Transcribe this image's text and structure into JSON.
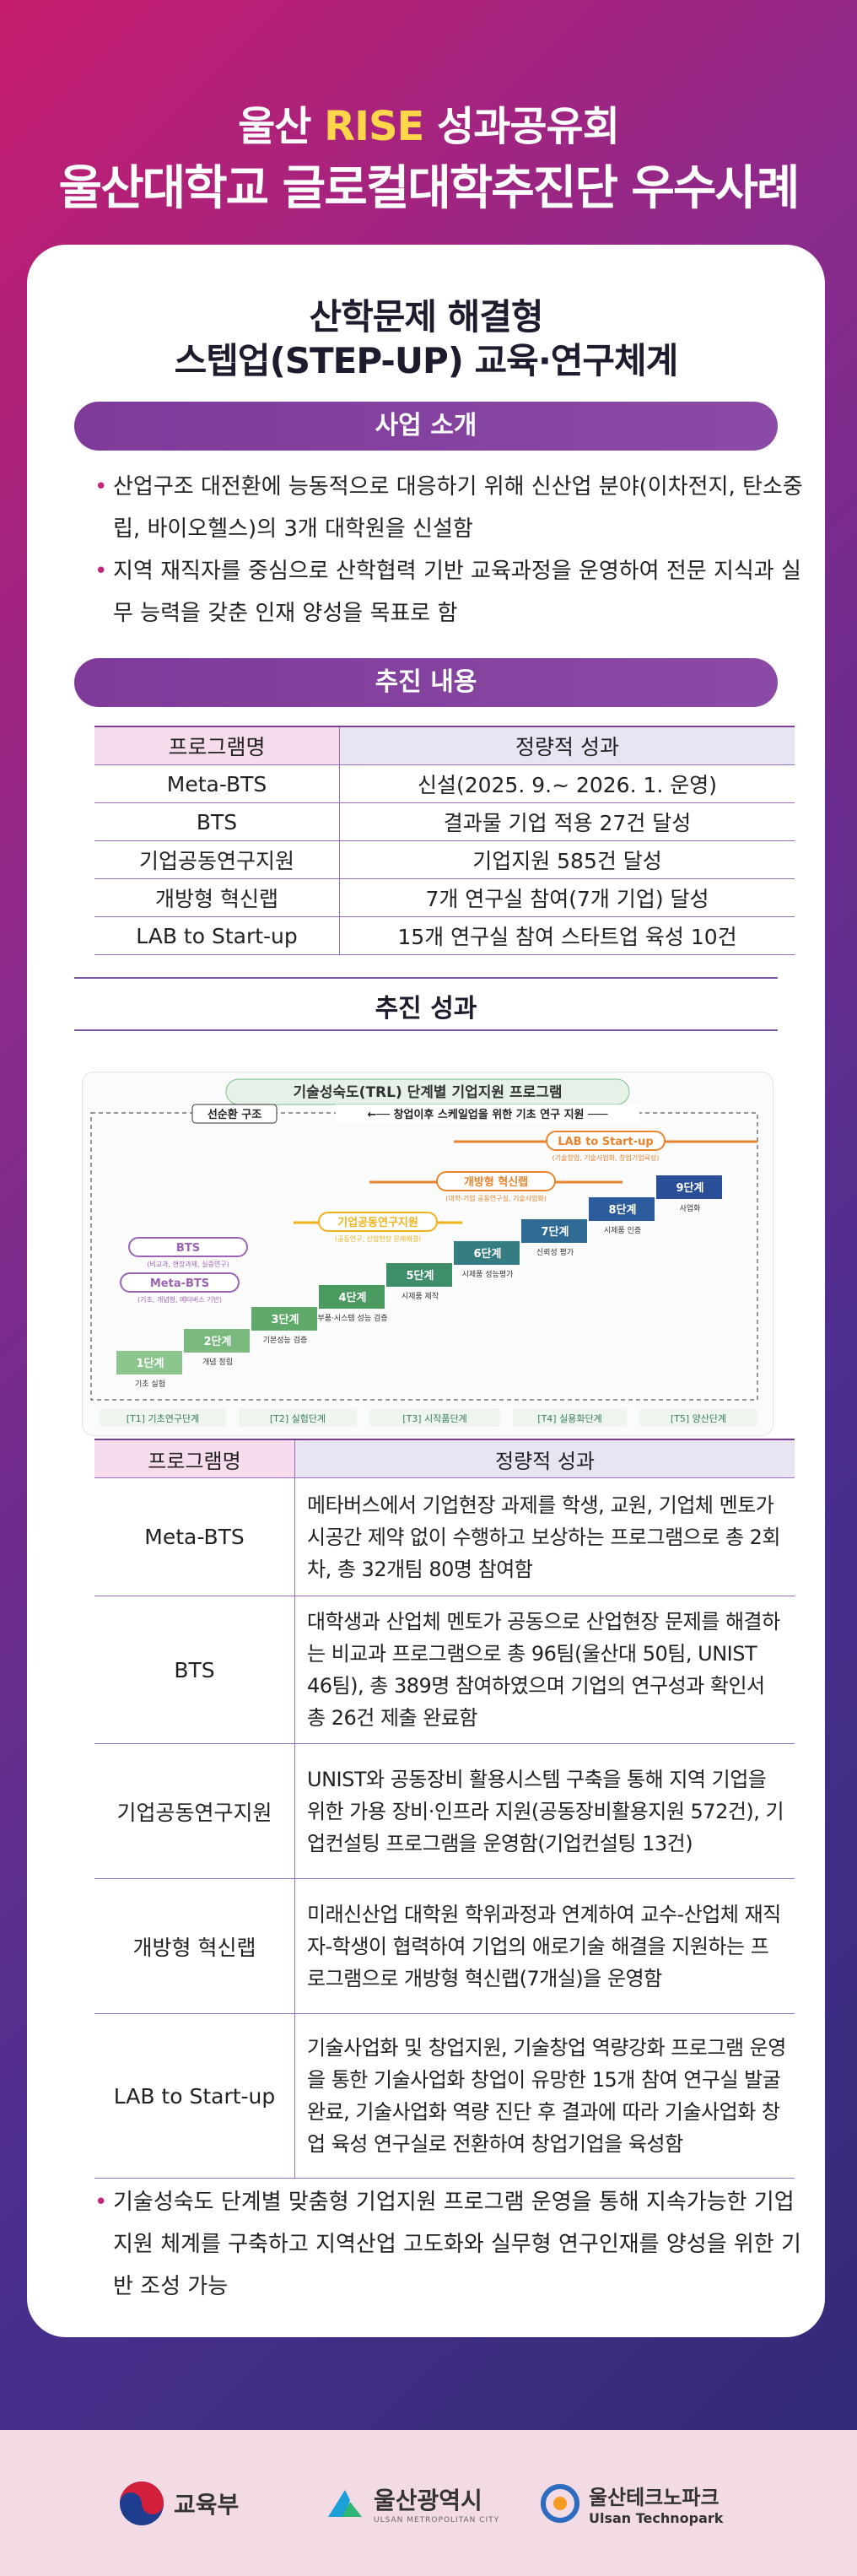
{
  "hero": {
    "line1_pre": "울산 ",
    "line1_highlight": "RISE",
    "line1_post": " 성과공유회",
    "line2": "울산대학교 글로컬대학추진단 우수사례"
  },
  "card": {
    "title_line1": "산학문제 해결형",
    "title_line2": "스텝업(STEP-UP) 교육·연구체계"
  },
  "intro": {
    "label": "사업 소개",
    "bullets": [
      "산업구조 대전환에 능동적으로 대응하기 위해 신산업 분야(이차전지, 탄소중립, 바이오헬스)의 3개 대학원을 신설함",
      "지역 재직자를 중심으로 산학협력 기반 교육과정을 운영하여 전문 지식과 실무 능력을 갖춘 인재 양성을 목표로 함"
    ]
  },
  "progress": {
    "label": "추진 내용",
    "headers": [
      "프로그램명",
      "정량적 성과"
    ],
    "rows": [
      [
        "Meta-BTS",
        "신설(2025. 9.~ 2026. 1. 운영)"
      ],
      [
        "BTS",
        "결과물 기업 적용 27건 달성"
      ],
      [
        "기업공동연구지원",
        "기업지원 585건 달성"
      ],
      [
        "개방형 혁신랩",
        "7개 연구실 참여(7개 기업) 달성"
      ],
      [
        "LAB to Start-up",
        "15개 연구실 참여 스타트업 육성 10건"
      ]
    ]
  },
  "results": {
    "label": "추진 성과",
    "diagram": {
      "title": "기술성숙도(TRL) 단계별 기업지원 프로그램",
      "cycle_label": "선순환 구조",
      "arrow_label": "창업이후 스케일업을 위한 기초 연구 지원",
      "programs": [
        {
          "name": "LAB to Start-up",
          "sub": "(기술창업, 기술사업화, 창업기업육성)",
          "color": "#e8832e"
        },
        {
          "name": "개방형 혁신랩",
          "sub": "(대학-기업 공동연구실, 기술사업화)",
          "color": "#e8832e"
        },
        {
          "name": "기업공동연구지원",
          "sub": "(공동연구, 산업현장 문제해결)",
          "color": "#f0b21a"
        },
        {
          "name": "BTS",
          "sub": "(비교과, 현장과제, 실증연구)",
          "color": "#9a63b5"
        },
        {
          "name": "Meta-BTS",
          "sub": "(기초, 개념형, 메타버스 기반)",
          "color": "#9a63b5"
        }
      ],
      "steps": [
        {
          "label": "1단계",
          "desc": "기초 실험"
        },
        {
          "label": "2단계",
          "desc": "개념 정립"
        },
        {
          "label": "3단계",
          "desc": "기본성능 검증"
        },
        {
          "label": "4단계",
          "desc": "부품·시스템 성능 검증"
        },
        {
          "label": "5단계",
          "desc": "시제품 제작"
        },
        {
          "label": "6단계",
          "desc": "시제품 성능평가"
        },
        {
          "label": "7단계",
          "desc": "신뢰성 평가"
        },
        {
          "label": "8단계",
          "desc": "시제품 인증"
        },
        {
          "label": "9단계",
          "desc": "사업화"
        }
      ],
      "stages": [
        "[T1] 기초연구단계",
        "[T2] 실험단계",
        "[T3] 시작품단계",
        "[T4] 실용화단계",
        "[T5] 양산단계"
      ]
    },
    "headers": [
      "프로그램명",
      "정량적 성과"
    ],
    "rows": [
      [
        "Meta-BTS",
        "메타버스에서 기업현장 과제를 학생, 교원, 기업체 멘토가 시공간 제약 없이 수행하고 보상하는 프로그램으로 총 2회차, 총 32개팀 80명 참여함"
      ],
      [
        "BTS",
        "대학생과 산업체 멘토가 공동으로 산업현장 문제를 해결하는 비교과 프로그램으로 총 96팀(울산대 50팀, UNIST 46팀), 총 389명 참여하였으며 기업의 연구성과 확인서 총 26건 제출 완료함"
      ],
      [
        "기업공동연구지원",
        "UNIST와 공동장비 활용시스템 구축을 통해 지역 기업을 위한 가용 장비·인프라 지원(공동장비활용지원 572건), 기업컨설팅 프로그램을 운영함(기업컨설팅 13건)"
      ],
      [
        "개방형 혁신랩",
        "미래신산업 대학원 학위과정과 연계하여 교수-산업체 재직자-학생이 협력하여 기업의 애로기술 해결을 지원하는 프로그램으로 개방형 혁신랩(7개실)을 운영함"
      ],
      [
        "LAB to Start-up",
        "기술사업화 및 창업지원, 기술창업 역량강화 프로그램 운영을 통한 기술사업화 창업이 유망한 15개 참여 연구실 발굴완료, 기술사업화 역량 진단 후 결과에 따라 기술사업화 창업 육성 연구실로 전환하여 창업기업을 육성함"
      ]
    ],
    "summary": "기술성숙도 단계별 맞춤형 기업지원 프로그램 운영을 통해 지속가능한 기업 지원 체계를 구축하고 지역산업 고도화와 실무형 연구인재를 양성을 위한 기반 조성 가능"
  },
  "footer": {
    "logos": [
      {
        "name": "교육부",
        "sub": ""
      },
      {
        "name": "울산광역시",
        "sub": "ULSAN METROPOLITAN CITY"
      },
      {
        "name": "울산테크노파크",
        "sub": "Ulsan Technopark"
      }
    ],
    "colors": {
      "brand_pink": "#c61c6e",
      "brand_purple": "#7f3a9a",
      "hero_highlight": "#ffd54a"
    }
  }
}
